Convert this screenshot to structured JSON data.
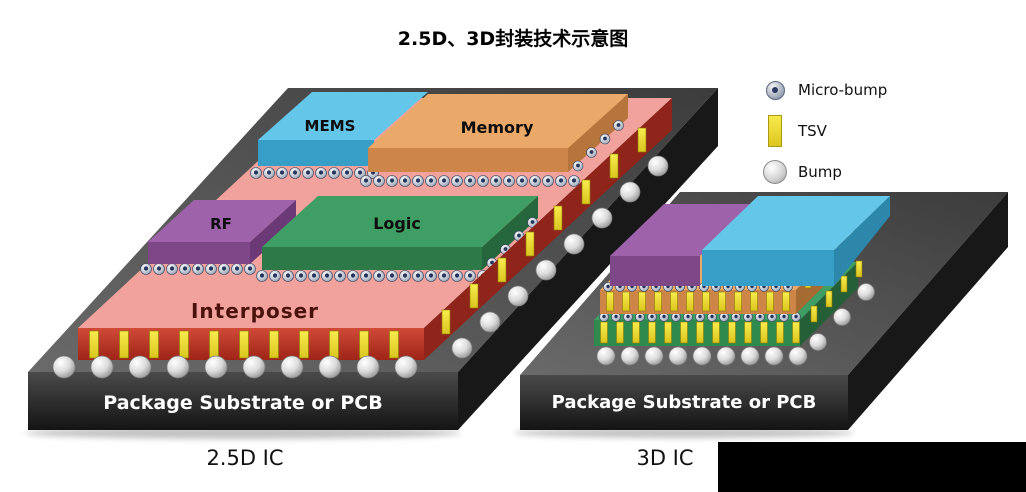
{
  "title": "2.5D、3D封装技术示意图",
  "legend": {
    "items": [
      {
        "name": "micro-bump",
        "label": "Micro-bump"
      },
      {
        "name": "tsv",
        "label": "TSV"
      },
      {
        "name": "bump",
        "label": "Bump"
      }
    ]
  },
  "left_diagram": {
    "caption": "2.5D IC",
    "substrate_label": "Package Substrate or PCB",
    "interposer_label": "Interposer",
    "chips": {
      "mems": "MEMS",
      "memory": "Memory",
      "rf": "RF",
      "logic": "Logic"
    }
  },
  "right_diagram": {
    "caption": "3D IC",
    "substrate_label": "Package Substrate or PCB"
  },
  "colors": {
    "mems_blue": "#64c6e8",
    "memory_orange": "#eaa968",
    "rf_purple": "#9e62aa",
    "logic_green": "#3f9e63",
    "interposer_pink": "#f2a29c",
    "interposer_red": "#c0392b",
    "tsv_yellow": "#f2e035",
    "substrate_gray": "#4f4f4f"
  }
}
